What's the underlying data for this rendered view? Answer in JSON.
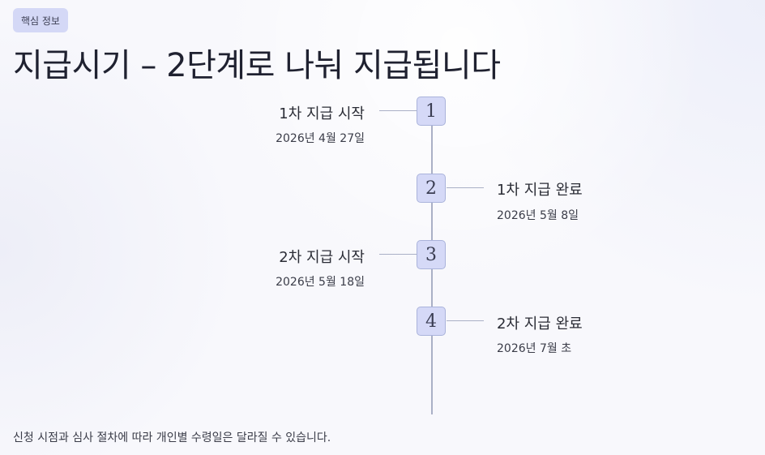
{
  "badge": "핵심 정보",
  "title": "지급시기 – 2단계로 나눠 지급됩니다",
  "steps": [
    {
      "number": "1",
      "label": "1차 지급 시작",
      "date": "2026년 4월 27일",
      "side": "left"
    },
    {
      "number": "2",
      "label": "1차 지급 완료",
      "date": "2026년 5월 8일",
      "side": "right"
    },
    {
      "number": "3",
      "label": "2차 지급 시작",
      "date": "2026년 5월 18일",
      "side": "left"
    },
    {
      "number": "4",
      "label": "2차 지급 완료",
      "date": "2026년 7월 초",
      "side": "right"
    }
  ],
  "footnote": "신청 시점과 심사 절차에 따라 개인별 수령일은 달라질 수 있습니다."
}
